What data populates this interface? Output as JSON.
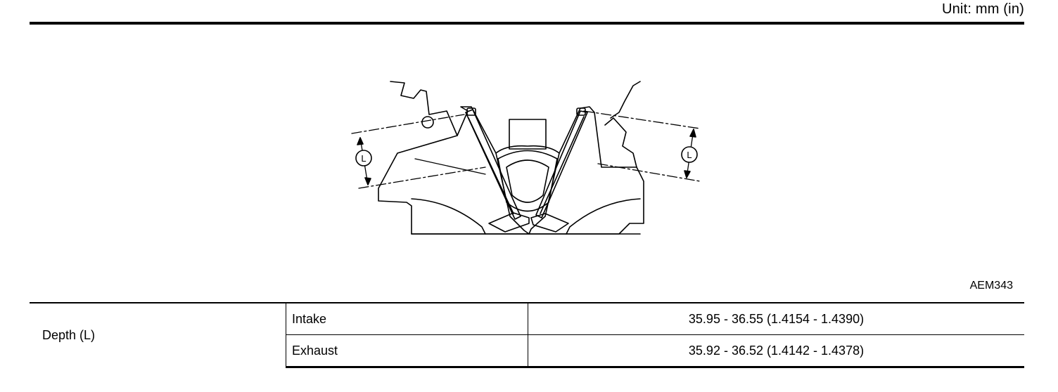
{
  "header": {
    "unit": "Unit: mm (in)"
  },
  "figure": {
    "code": "AEM343",
    "dimension_letter": "L",
    "icon": "valve-spring-seat-diagram"
  },
  "table": {
    "parameter": "Depth (L)",
    "rows": [
      {
        "label": "Intake",
        "value": "35.95 - 36.55 (1.4154 - 1.4390)"
      },
      {
        "label": "Exhaust",
        "value": "35.92 - 36.52 (1.4142 - 1.4378)"
      }
    ]
  }
}
